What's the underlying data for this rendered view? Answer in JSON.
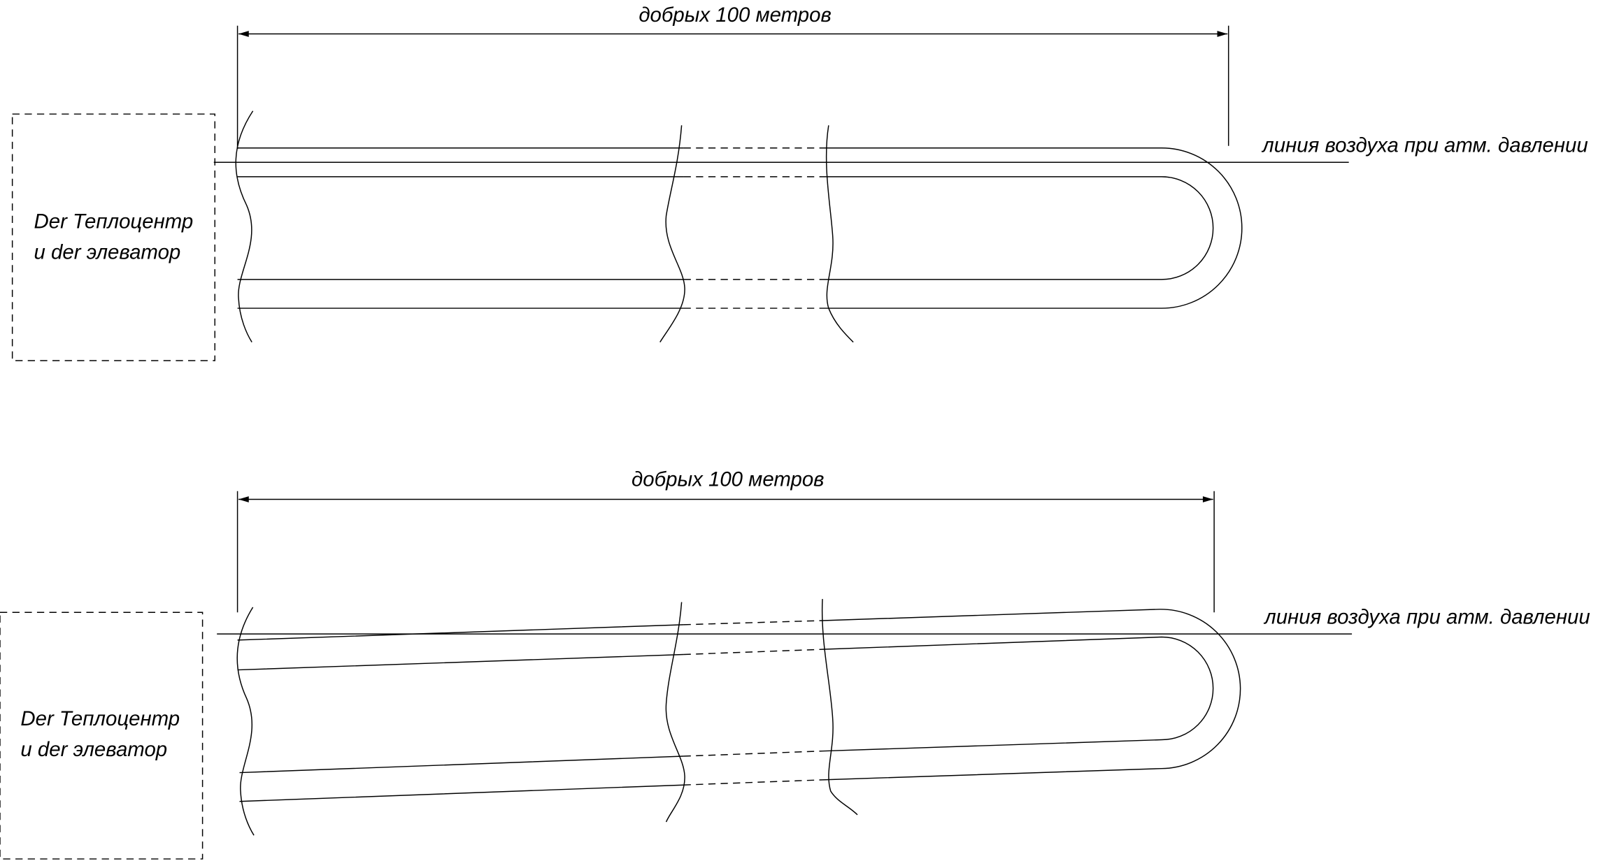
{
  "diagrams": [
    {
      "dimension_label": "добрых 100 метров",
      "air_line_label": "линия воздуха при атм. давлении",
      "box_label_line1": "Der Теплоцентр",
      "box_label_line2": "и der элеватор",
      "variant": "horizontal"
    },
    {
      "dimension_label": "добрых 100 метров",
      "air_line_label": "линия воздуха при атм. давлении",
      "box_label_line1": "Der Теплоцентр",
      "box_label_line2": "и der элеватор",
      "variant": "sloped"
    }
  ]
}
